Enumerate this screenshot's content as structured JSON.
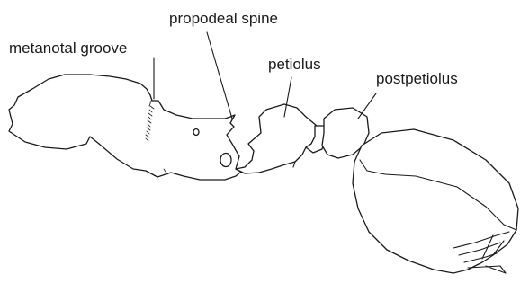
{
  "labels": {
    "metanotal_groove": "metanotal groove",
    "propodeal_spine": "propodeal spine",
    "petiolus": "petiolus",
    "postpetiolus": "postpetiolus"
  },
  "colors": {
    "ink": "#1a1a1a",
    "background": "#ffffff"
  }
}
